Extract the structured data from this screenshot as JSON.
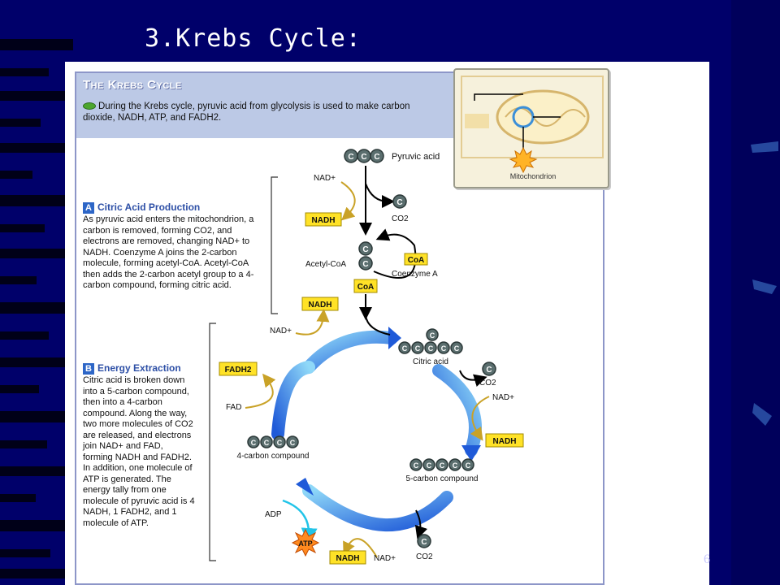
{
  "slide": {
    "title": "3.Krebs Cycle:",
    "page_number": "6"
  },
  "figure": {
    "header_title": "The Krebs Cycle",
    "intro": "During the Krebs cycle, pyruvic acid from glycolysis is used to make carbon dioxide, NADH, ATP, and FADH2.",
    "inset_label": "Mitochondrion",
    "section_a": {
      "badge": "A",
      "title": "Citric Acid Production",
      "text": "As pyruvic acid enters the mitochondrion, a carbon is removed, forming CO2, and electrons are removed, changing NAD+ to NADH. Coenzyme A joins the 2-carbon molecule, forming acetyl-CoA. Acetyl-CoA then adds the 2-carbon acetyl group to a 4-carbon compound, forming citric acid."
    },
    "section_b": {
      "badge": "B",
      "title": "Energy Extraction",
      "text": "Citric acid is broken down into a 5-carbon compound, then into a 4-carbon compound. Along the way, two more molecules of CO2 are released, and electrons join NAD+ and FAD, forming NADH and FADH2. In addition, one molecule of ATP is generated. The energy tally from one molecule of pyruvic acid is 4 NADH, 1 FADH2, and 1 molecule of ATP."
    },
    "labels": {
      "pyruvic_acid": "Pyruvic acid",
      "nad_1": "NAD+",
      "nadh_1": "NADH",
      "co2_1": "CO2",
      "acetyl_coa": "Acetyl-CoA",
      "coa_box": "CoA",
      "coa_small": "CoA",
      "coenzyme_a": "Coenzyme A",
      "nadh_2": "NADH",
      "nad_2": "NAD+",
      "citric_acid": "Citric acid",
      "co2_2": "CO2",
      "nad_3": "NAD+",
      "nadh_3": "NADH",
      "fadh2": "FADH2",
      "fad": "FAD",
      "four_carbon": "4-carbon compound",
      "five_carbon": "5-carbon compound",
      "adp": "ADP",
      "atp": "ATP",
      "nadh_4": "NADH",
      "nad_4": "NAD+",
      "co2_3": "CO2",
      "carbon": "C"
    }
  }
}
